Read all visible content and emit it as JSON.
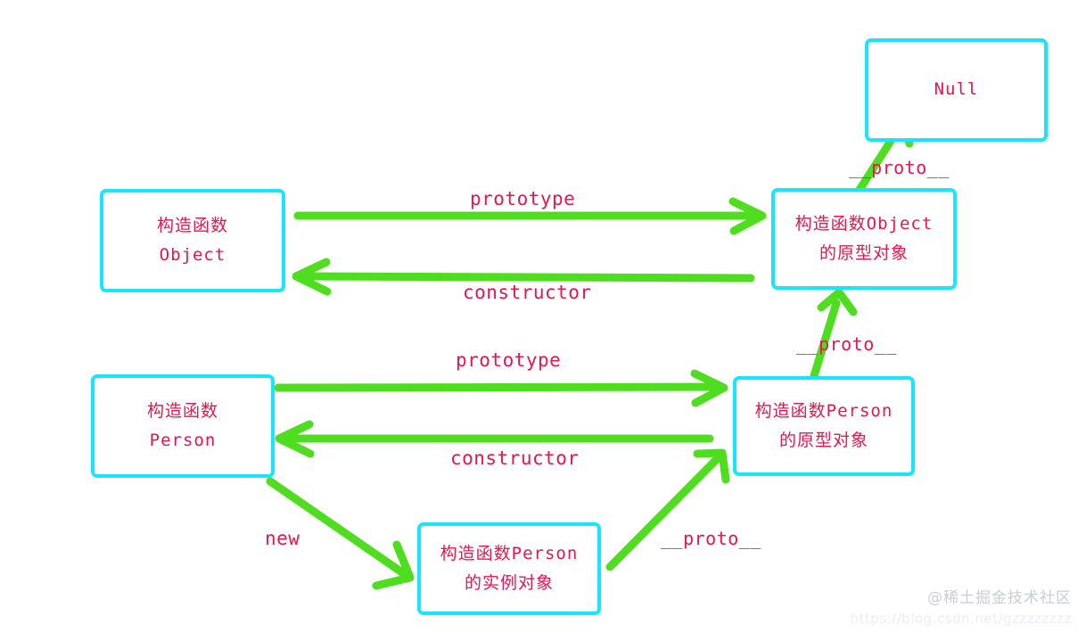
{
  "diagram": {
    "title": "JavaScript prototype chain diagram",
    "colors": {
      "node_border": "#16e6ff",
      "arrow": "#4fdd1f",
      "text": "#e8154e",
      "background": "#ffffff",
      "watermark": "#c9cdd4"
    },
    "nodes": [
      {
        "id": "null-box",
        "name": "null-node",
        "line1": "Null",
        "line2": ""
      },
      {
        "id": "object-ctor",
        "name": "object-constructor-node",
        "line1": "构造函数",
        "line2": "Object"
      },
      {
        "id": "object-proto",
        "name": "object-prototype-node",
        "line1": "构造函数Object",
        "line2": "的原型对象"
      },
      {
        "id": "person-ctor",
        "name": "person-constructor-node",
        "line1": "构造函数",
        "line2": "Person"
      },
      {
        "id": "person-proto",
        "name": "person-prototype-node",
        "line1": "构造函数Person",
        "line2": "的原型对象"
      },
      {
        "id": "person-instance",
        "name": "person-instance-node",
        "line1": "构造函数Person",
        "line2": "的实例对象"
      }
    ],
    "edges": [
      {
        "id": "edge-object-prototype",
        "label": "prototype",
        "from": "object-ctor",
        "to": "object-proto"
      },
      {
        "id": "edge-object-constructor",
        "label": "constructor",
        "from": "object-proto",
        "to": "object-ctor"
      },
      {
        "id": "edge-objectproto-null",
        "label": "__proto__",
        "from": "object-proto",
        "to": "null-box"
      },
      {
        "id": "edge-person-prototype",
        "label": "prototype",
        "from": "person-ctor",
        "to": "person-proto"
      },
      {
        "id": "edge-person-constructor",
        "label": "constructor",
        "from": "person-proto",
        "to": "person-ctor"
      },
      {
        "id": "edge-personproto-objectproto",
        "label": "__proto__",
        "from": "person-proto",
        "to": "object-proto"
      },
      {
        "id": "edge-new",
        "label": "new",
        "from": "person-ctor",
        "to": "person-instance"
      },
      {
        "id": "edge-instance-personproto",
        "label": "__proto__",
        "from": "person-instance",
        "to": "person-proto"
      }
    ],
    "watermark": {
      "handle": "@稀土掘金技术社区",
      "url": "https://blog.csdn.net/gzzzzzzzz"
    }
  }
}
